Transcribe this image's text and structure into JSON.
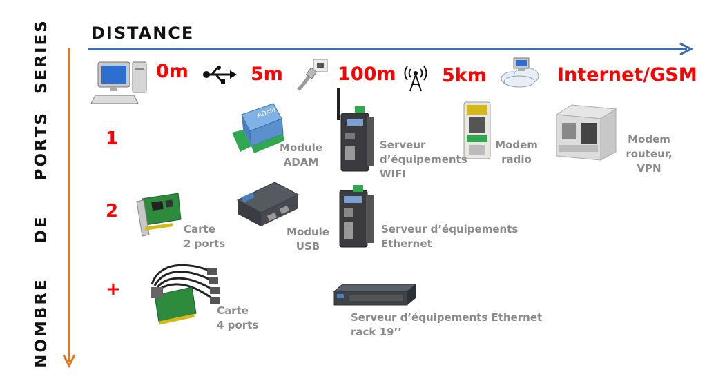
{
  "axes": {
    "x_title": "DISTANCE",
    "y_title": "NOMBRE  DE  PORTS SERIES"
  },
  "distances": [
    {
      "label": "0m",
      "icon": "computer-icon"
    },
    {
      "label": "5m",
      "icon": "usb-icon"
    },
    {
      "label": "100m",
      "icon": "ethernet-cable-icon"
    },
    {
      "label": "5km",
      "icon": "radio-antenna-icon"
    },
    {
      "label": "Internet/GSM",
      "icon": "cloud-network-icon"
    }
  ],
  "rows": [
    {
      "label": "1"
    },
    {
      "label": "2"
    },
    {
      "label": "+"
    }
  ],
  "devices": {
    "adam": "Module\nADAM",
    "wifi": "Serveur\nd’équipements\nWIFI",
    "radio": "Modem\nradio",
    "router": "Modem\nrouteur,\nVPN",
    "card2": "Carte\n2 ports",
    "usb": "Module\nUSB",
    "ethernet": "Serveur d’équipements\nEthernet",
    "card4": "Carte\n4 ports",
    "rack": "Serveur d’équipements Ethernet\nrack 19’’"
  },
  "colors": {
    "x_axis": "#3c6eb4",
    "y_axis": "#e8741e",
    "distance_text": "#ff0000",
    "caption_text": "#8a8a8a"
  }
}
